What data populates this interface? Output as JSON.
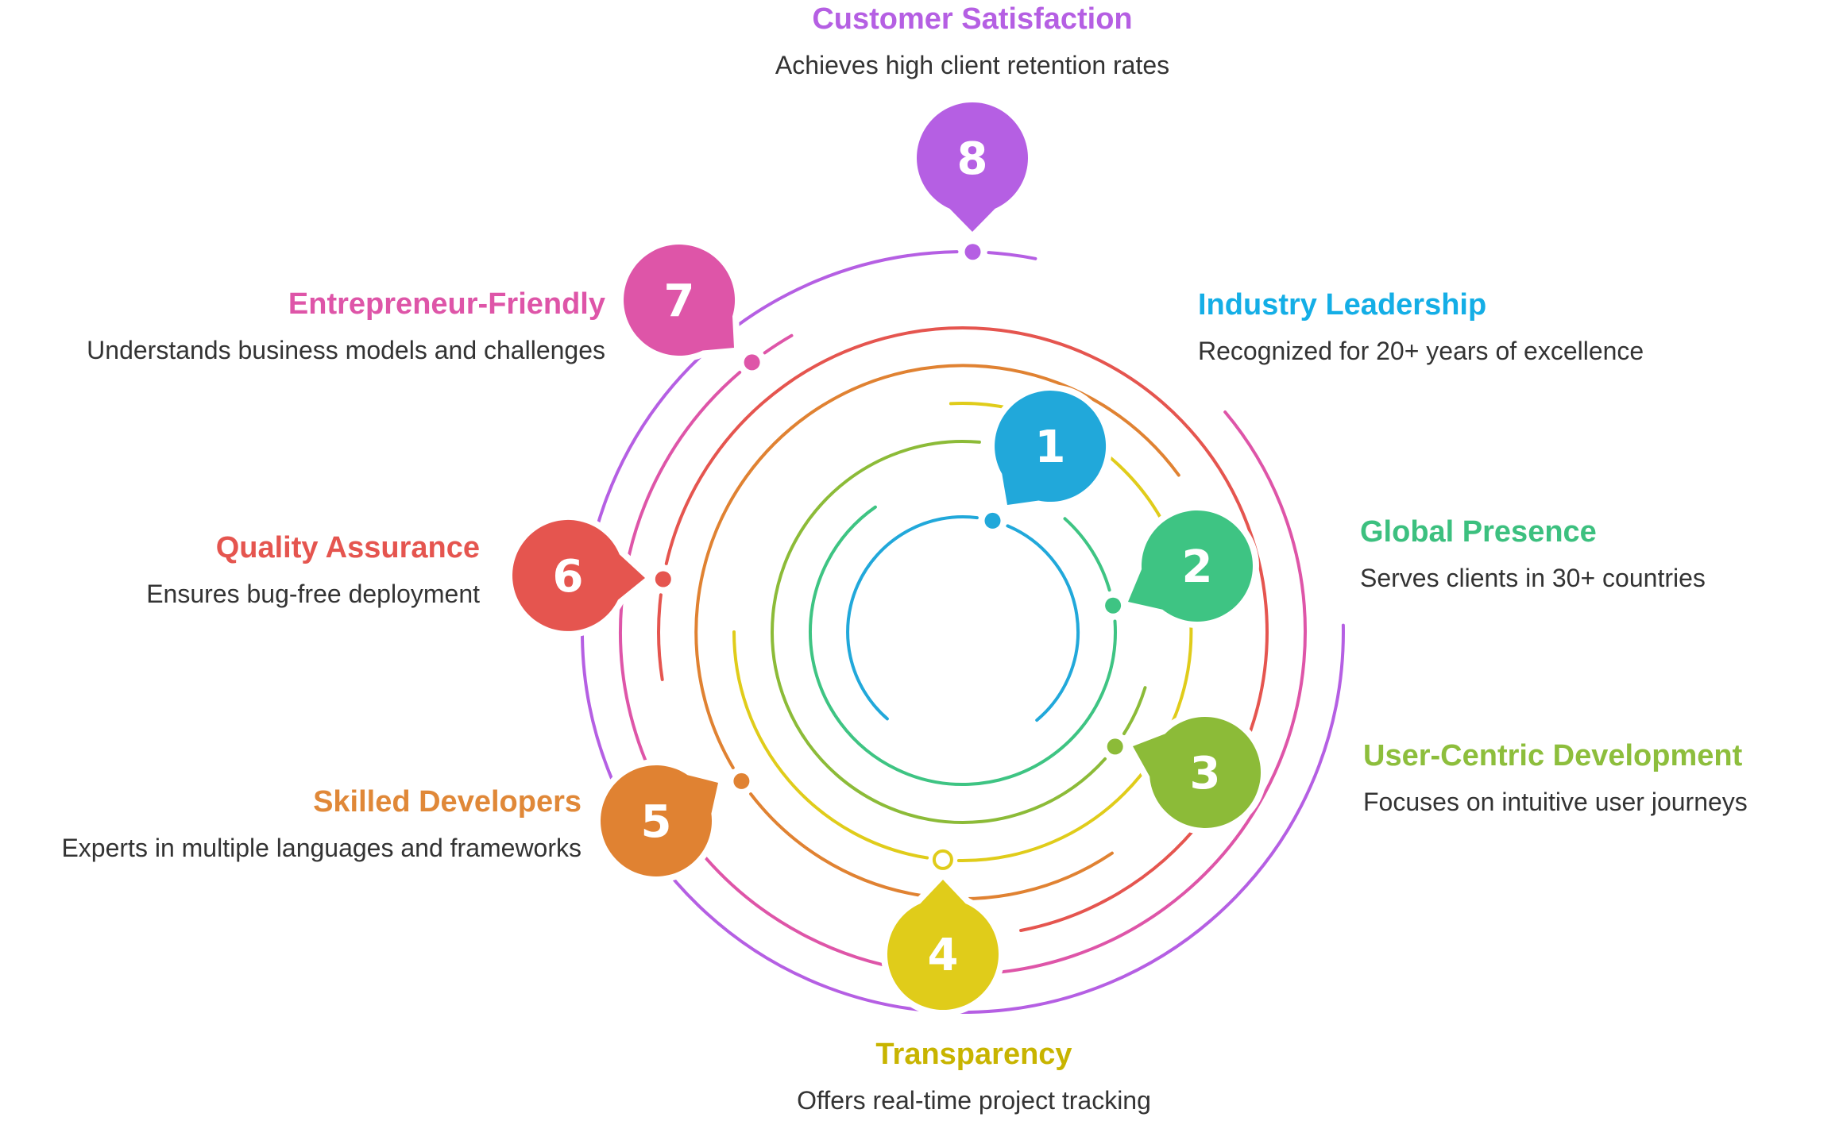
{
  "diagram": {
    "title": "Eight key strengths",
    "items": [
      {
        "number": "1",
        "title": "Industry Leadership",
        "description": "Recognized for 20+ years of excellence",
        "color": "#21A8DA",
        "title_color": "#14AEE6"
      },
      {
        "number": "2",
        "title": "Global Presence",
        "description": "Serves clients in 30+ countries",
        "color": "#3EC483",
        "title_color": "#3CC07F"
      },
      {
        "number": "3",
        "title": "User-Centric Development",
        "description": "Focuses on intuitive user journeys",
        "color": "#8CBB38",
        "title_color": "#8DBE3C"
      },
      {
        "number": "4",
        "title": "Transparency",
        "description": "Offers real-time project tracking",
        "color": "#E0CC1A",
        "title_color": "#C8B400"
      },
      {
        "number": "5",
        "title": "Skilled Developers",
        "description": "Experts in multiple languages and frameworks",
        "color": "#E08232",
        "title_color": "#E08838"
      },
      {
        "number": "6",
        "title": "Quality Assurance",
        "description": "Ensures bug-free deployment",
        "color": "#E5554F",
        "title_color": "#E5554F"
      },
      {
        "number": "7",
        "title": "Entrepreneur-Friendly",
        "description": "Understands business models and challenges",
        "color": "#DE55A8",
        "title_color": "#DE55A8"
      },
      {
        "number": "8",
        "title": "Customer Satisfaction",
        "description": "Achieves high client retention rates",
        "color": "#B55FE3",
        "title_color": "#B55FE3"
      }
    ]
  }
}
